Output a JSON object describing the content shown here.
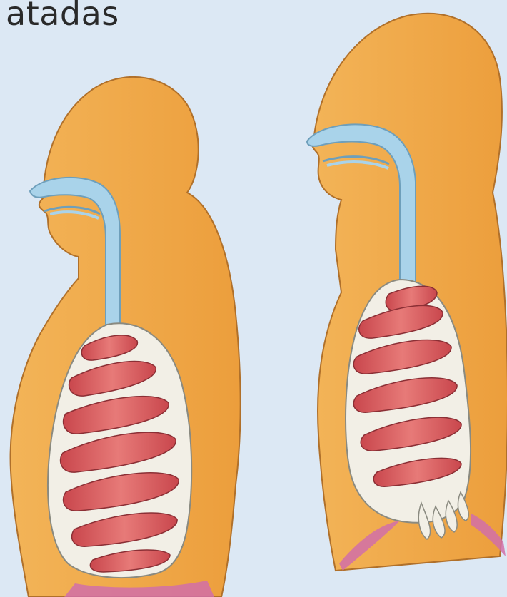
{
  "caption": "atadas",
  "figures": [
    {
      "id": "left-torso",
      "icon": "torso-respiratory-icon"
    },
    {
      "id": "right-torso",
      "icon": "torso-respiratory-icon"
    }
  ],
  "colors": {
    "background": "#dce8f4",
    "skin": "#f0a94a",
    "skin_outline": "#b0702a",
    "airway": "#a9d3ea",
    "rib_red": "#d95a5e",
    "rib_white": "#f2efe6",
    "pink_edge": "#d16fa8"
  }
}
